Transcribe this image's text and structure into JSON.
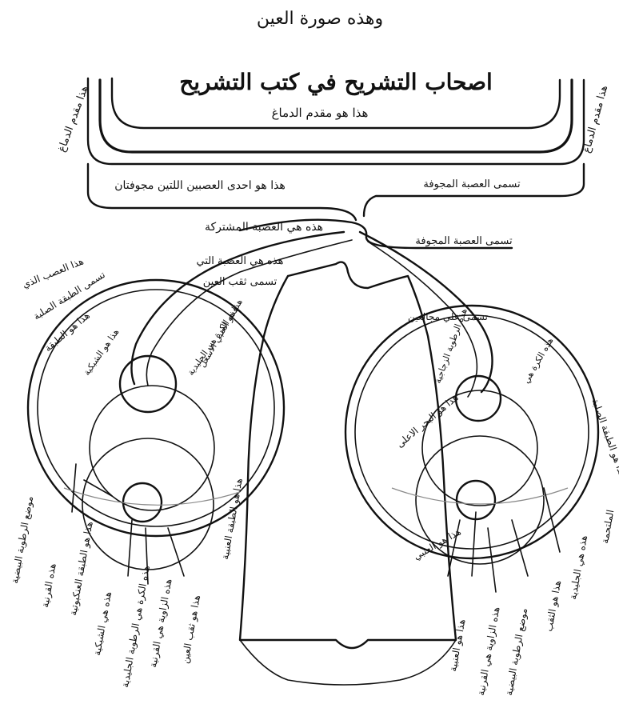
{
  "title": "وهذه صورة العين",
  "heading": "اصحاب التشريح في كتب التشريح",
  "brain_label": "هذا هو مقدم الدماغ",
  "left_column_labels": [
    "هذا مقدم الدماغ"
  ],
  "optic_nerve_label": "هذا هو احدى العصبين اللتين مجوفتان",
  "chiasm_label": "هذه هي العصبة المشتركة",
  "nerve_label": "هذه هي العصبة التي",
  "eye_name_label": "تسمى ثقب العين",
  "right_top_labels": [
    "تسمى العصبة المجوفة",
    "تسمى العصبة المجوفة"
  ],
  "left_eye_labels": [
    "هذا العصب الذي",
    "تسمى الطبقة الصلبة",
    "هذا هو الطبقة",
    "هذا هو الشبكية",
    "هذه الكرة هي الجليدية",
    "موضع الرطوبة البيضية",
    "هذه القرنية",
    "هذا هو الطبقة العنكبوتية",
    "هذه هي الشبكية",
    "هذه الكرة هي الرطوبة الجليدية",
    "هذه الزاوية هي القرنية",
    "هذا هو ثقب العين",
    "هذا هو الطبقة العنبية",
    "هذا هو العنبي الاسعل"
  ],
  "right_eye_labels": [
    "تسمى علي مجالعين",
    "هذه الرطوبة الزجاجية",
    "هذا هو البحر الاعلى",
    "هذا هو الطبقة الصلبة",
    "هذه الكرة هي",
    "هذا هو العنبي",
    "هذا هو العنبية",
    "هذه الزاوية هي القرنية",
    "موضع الرطوبة البيضية",
    "هذا هو الثقب",
    "هذه هي الجليدية",
    "الملتحمة"
  ]
}
